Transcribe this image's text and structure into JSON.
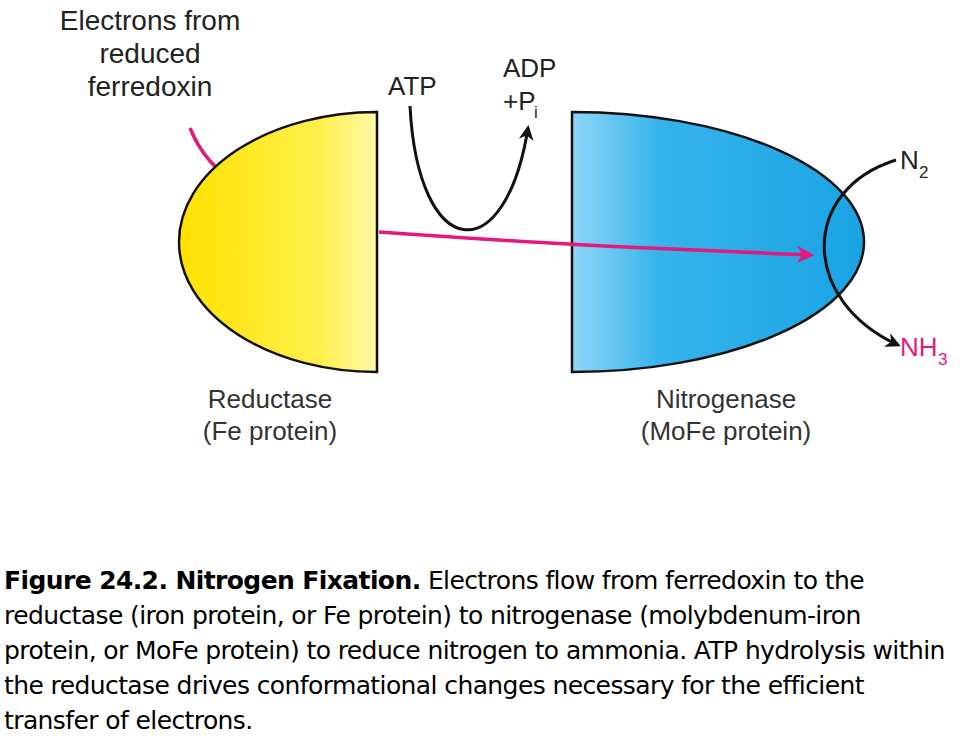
{
  "diagram": {
    "title": "Figure 24.2. Nitrogen Fixation.",
    "caption": "Electrons flow from ferredoxin to the reductase (iron protein, or Fe protein) to nitrogenase (molybdenum-iron protein, or MoFe protein) to reduce nitrogen to ammonia. ATP hydrolysis within the reductase drives conformational changes necessary for the efficient transfer of electrons.",
    "nodes": [
      {
        "text": [
          "Reductase (Fe protein)"
        ]
      },
      {
        "text": [
          "Nitrogenase (MoFe protein)"
        ]
      }
    ],
    "edges": [
      {
        "from": 0,
        "to": 1,
        "arrow": "to"
      }
    ],
    "labels": [
      "Electrons from reduced ferredoxin",
      "ATP",
      "ADP",
      "+P",
      "i",
      "N",
      "2",
      "NH",
      "3"
    ]
  }
}
